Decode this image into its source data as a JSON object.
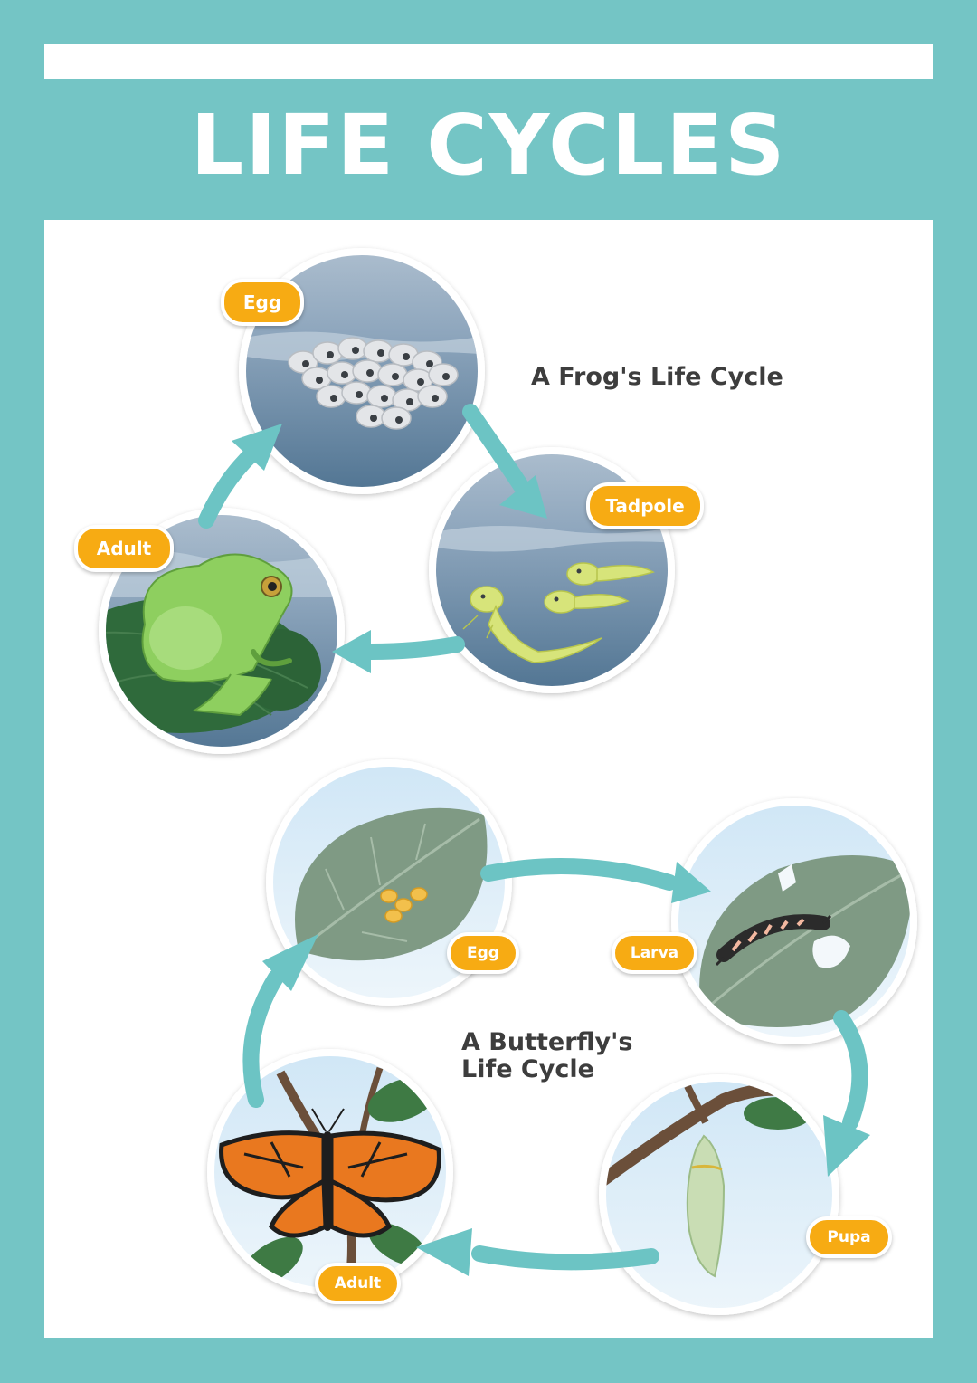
{
  "title": "LIFE CYCLES",
  "frog_cycle": {
    "heading": "A Frog's Life Cycle",
    "stages": [
      "Egg",
      "Tadpole",
      "Adult"
    ]
  },
  "butterfly_cycle": {
    "heading_line1": "A Butterfly's",
    "heading_line2": "Life Cycle",
    "stages": [
      "Egg",
      "Larva",
      "Pupa",
      "Adult"
    ]
  },
  "colors": {
    "frame": "#74c5c5",
    "arrow": "#6cc4c4",
    "label": "#f7ab13",
    "heading_text": "#3d3d3d"
  }
}
